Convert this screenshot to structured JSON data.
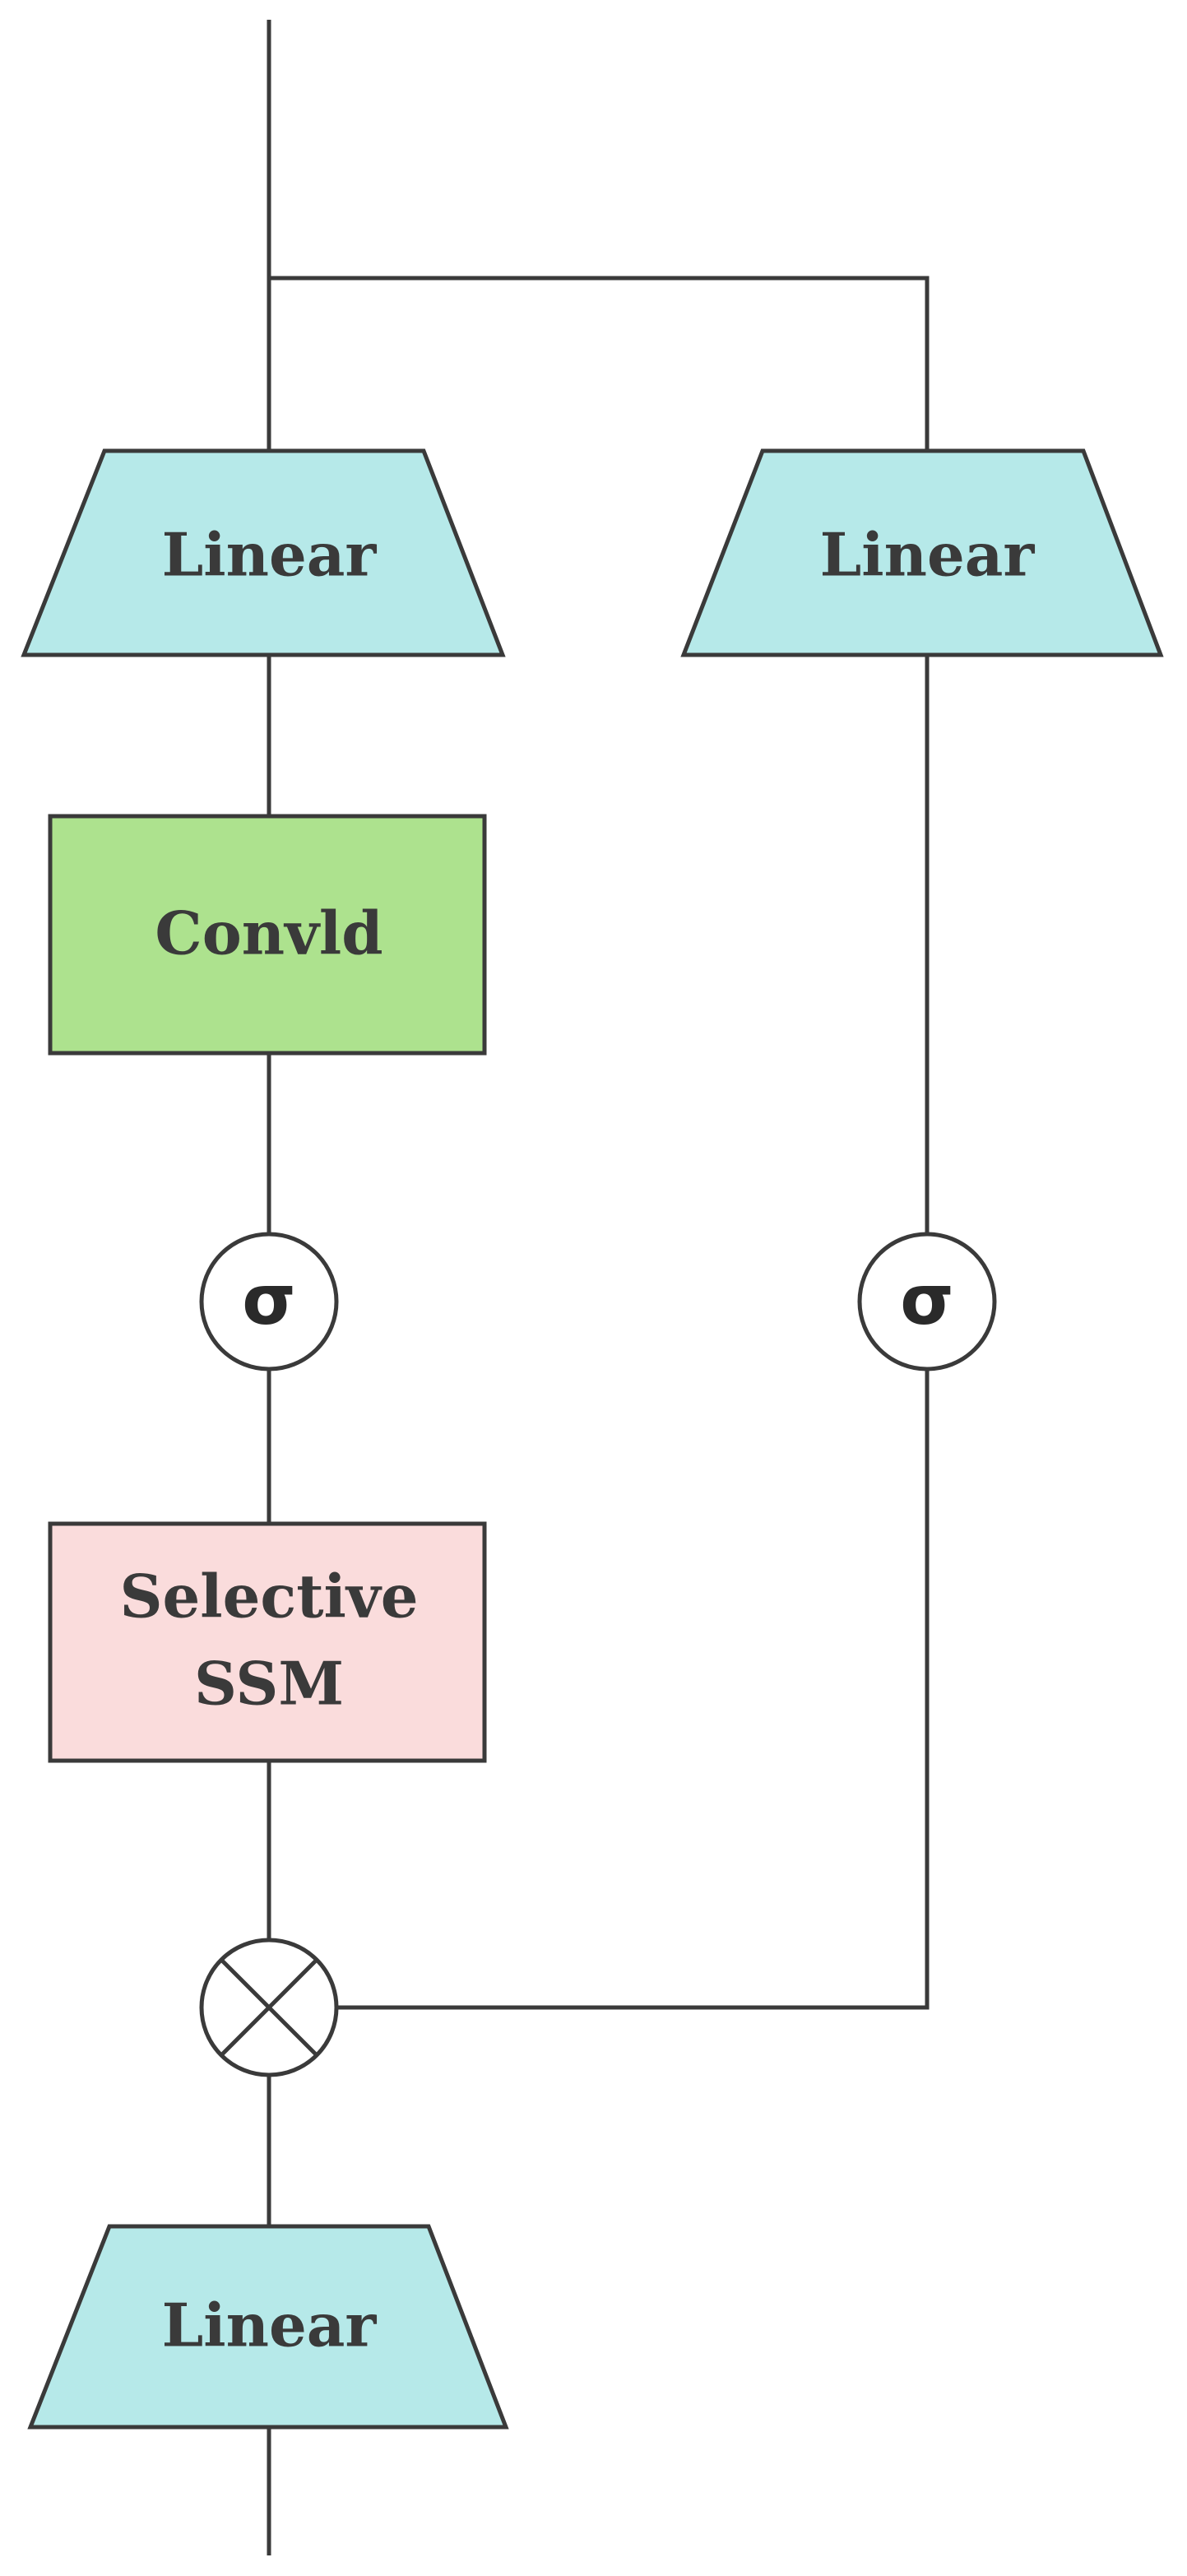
{
  "blocks": {
    "linear_left": {
      "label": "Linear"
    },
    "linear_right": {
      "label": "Linear"
    },
    "linear_bottom": {
      "label": "Linear"
    },
    "conv": {
      "label": "Convld"
    },
    "ssm": {
      "line1": "Selective",
      "line2": "SSM"
    }
  },
  "symbols": {
    "sigma_left": "σ",
    "sigma_right": "σ"
  },
  "colors": {
    "linear_fill": "#b6e9e9",
    "conv_fill": "#ade28e",
    "ssm_fill": "#fadcdc",
    "stroke": "#3a3a3a"
  }
}
